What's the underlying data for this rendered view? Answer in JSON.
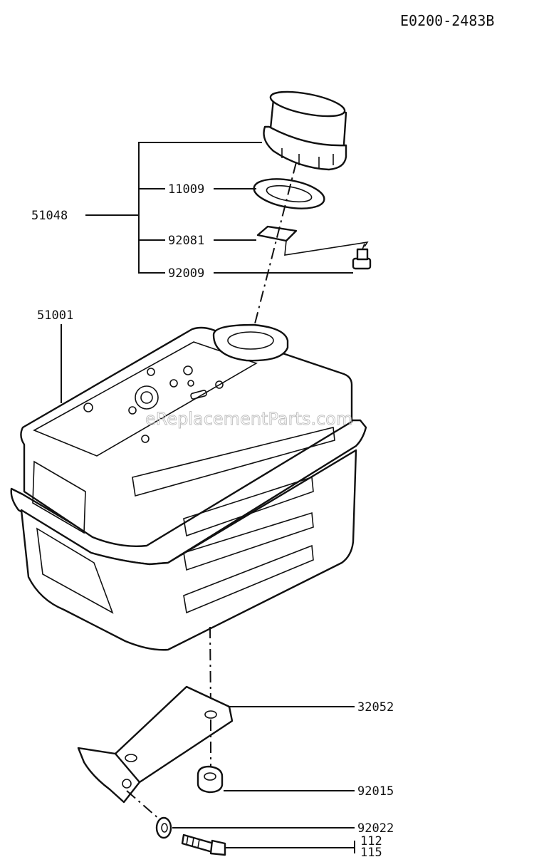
{
  "diagram_id": "E0200-2483B",
  "watermark": "eReplacementParts.com",
  "parts": {
    "cap_assembly": "51048",
    "gasket": "11009",
    "bracket": "92081",
    "screw": "92009",
    "tank": "51001",
    "plate": "32052",
    "nut": "92015",
    "washer": "92022",
    "bolt_a": "112",
    "bolt_b": "115"
  }
}
